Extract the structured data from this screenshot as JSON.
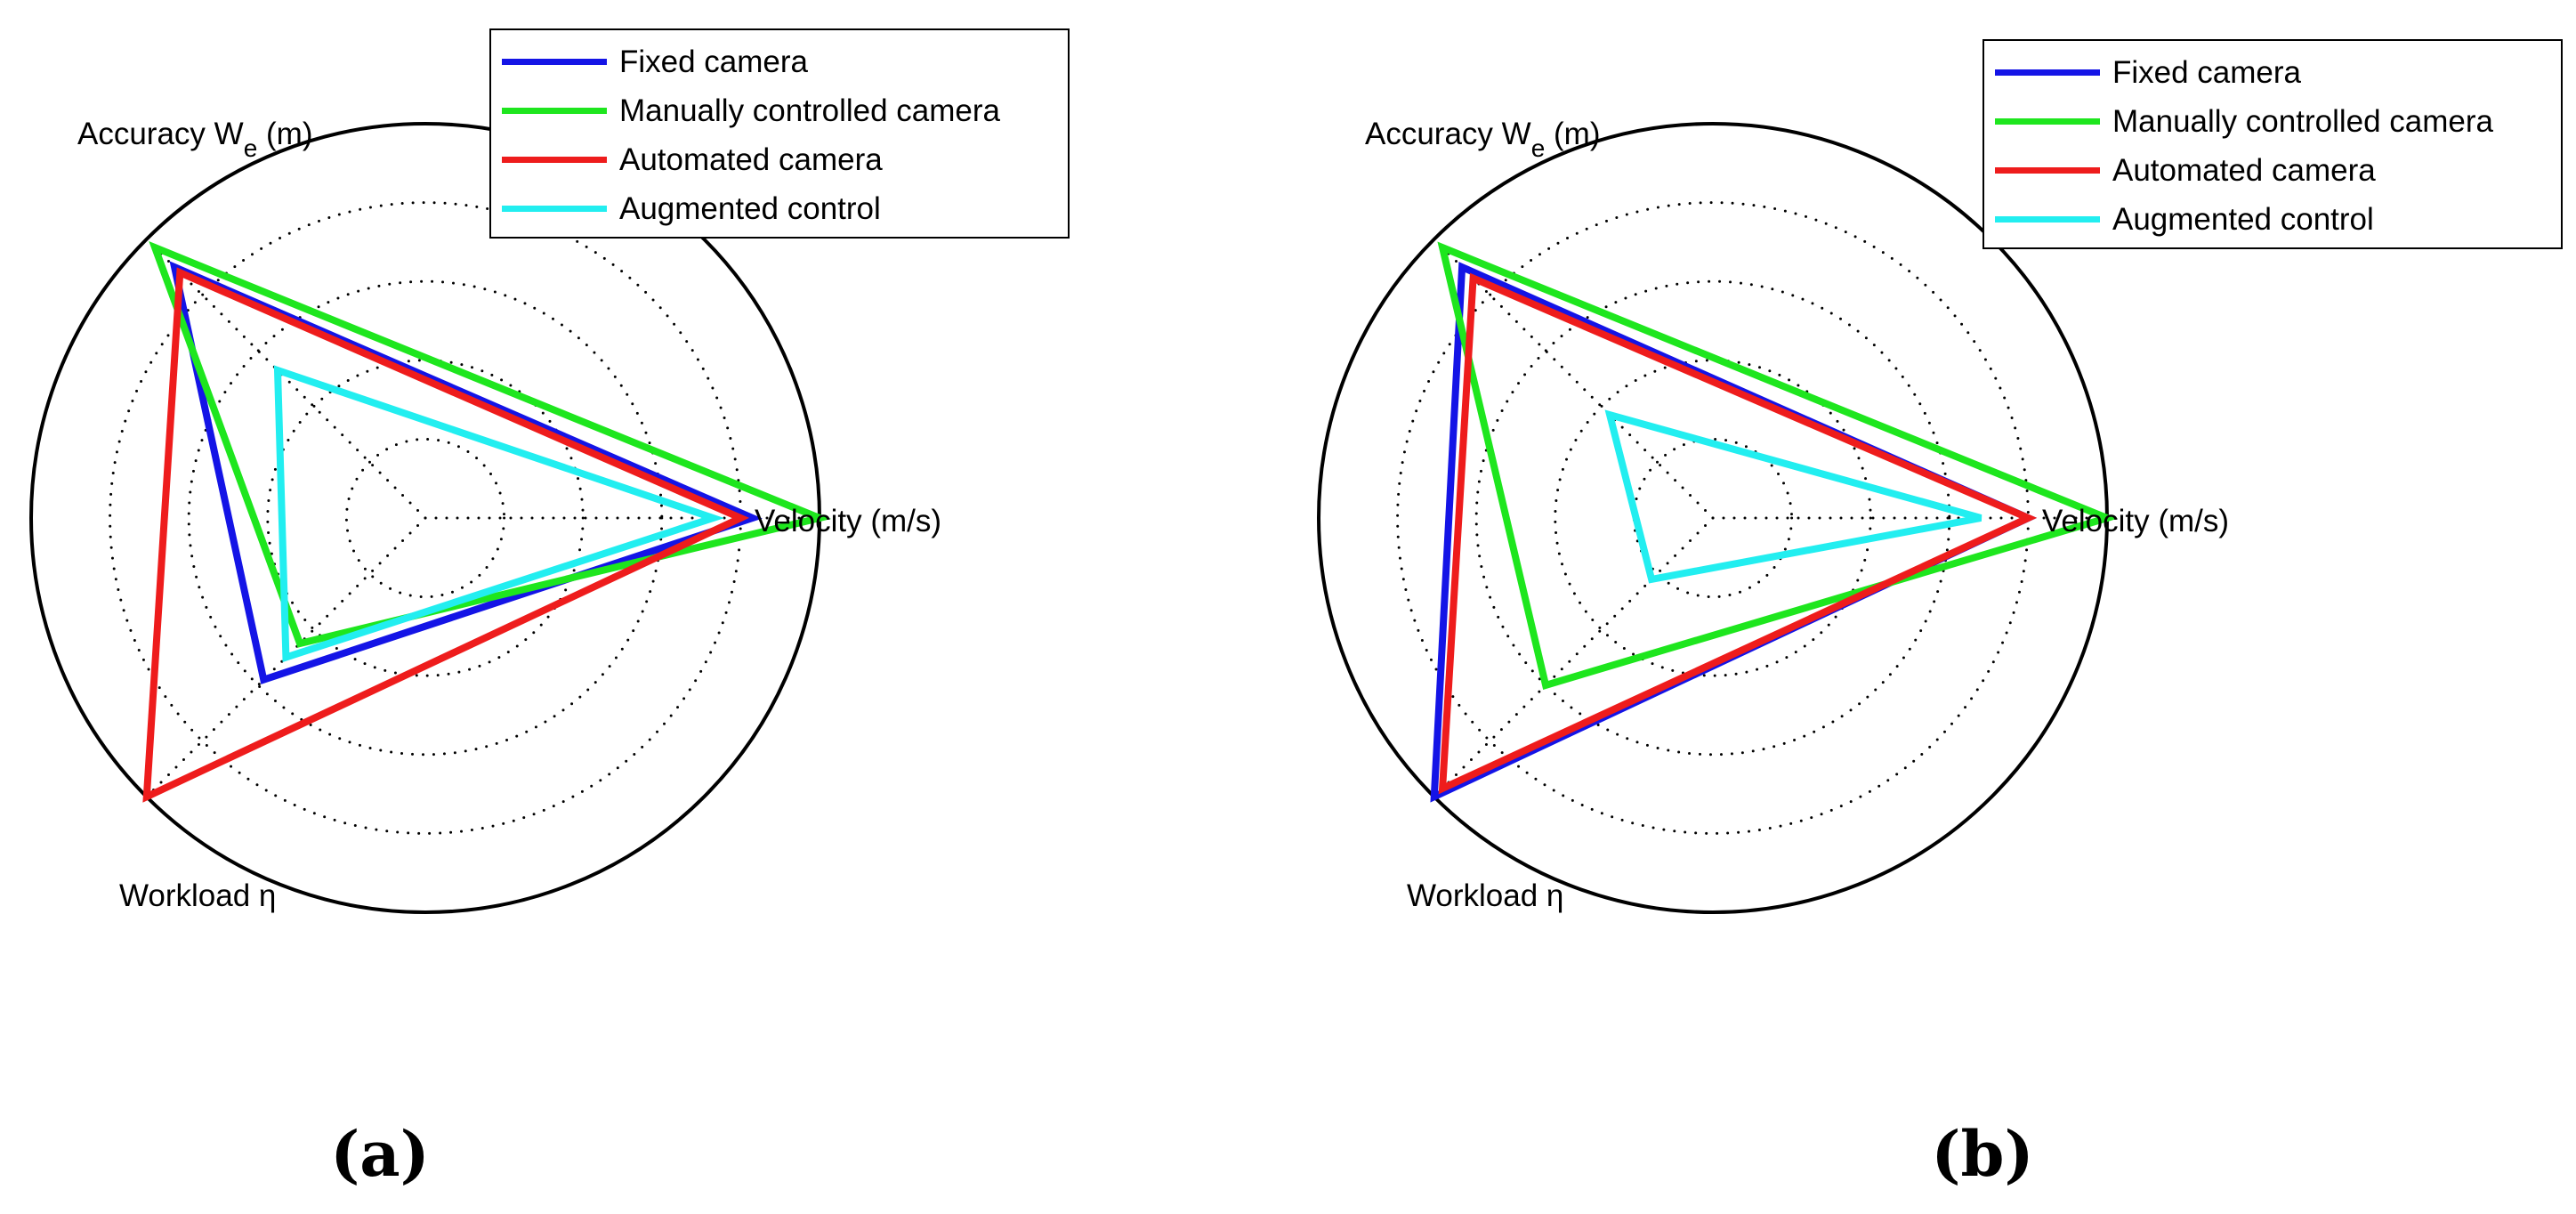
{
  "colors": {
    "fixed": "#1414e6",
    "manual": "#1ee61e",
    "automated": "#ee1c1c",
    "augmented": "#22eef0",
    "ring": "#000000",
    "grid": "#000000"
  },
  "chart_data": [
    {
      "type": "radar",
      "panel_label": "(a)",
      "axes": [
        {
          "label_text": "Accuracy W",
          "label_sub": "e",
          "label_unit": " (m)"
        },
        {
          "label_text": "Velocity (m/s)",
          "label_sub": "",
          "label_unit": ""
        },
        {
          "label_text": "Workload η",
          "label_sub": "",
          "label_unit": ""
        }
      ],
      "rlim": [
        0,
        1
      ],
      "grid_rings": [
        0.2,
        0.4,
        0.6,
        0.8
      ],
      "grid_style": "dotted",
      "legend_position": "top-right",
      "series": [
        {
          "name": "Fixed camera",
          "color_key": "fixed",
          "values": [
            0.9,
            0.83,
            0.58
          ]
        },
        {
          "name": "Manually controlled camera",
          "color_key": "manual",
          "values": [
            0.97,
            1.0,
            0.45
          ]
        },
        {
          "name": "Automated camera",
          "color_key": "automated",
          "values": [
            0.88,
            0.8,
            1.0
          ]
        },
        {
          "name": "Augmented control",
          "color_key": "augmented",
          "values": [
            0.53,
            0.73,
            0.5
          ]
        }
      ]
    },
    {
      "type": "radar",
      "panel_label": "(b)",
      "axes": [
        {
          "label_text": "Accuracy W",
          "label_sub": "e",
          "label_unit": " (m)"
        },
        {
          "label_text": "Velocity (m/s)",
          "label_sub": "",
          "label_unit": ""
        },
        {
          "label_text": "Workload η",
          "label_sub": "",
          "label_unit": ""
        }
      ],
      "rlim": [
        0,
        1
      ],
      "grid_rings": [
        0.2,
        0.4,
        0.6,
        0.8
      ],
      "grid_style": "dotted",
      "legend_position": "top-right",
      "series": [
        {
          "name": "Fixed camera",
          "color_key": "fixed",
          "values": [
            0.9,
            0.8,
            1.0
          ]
        },
        {
          "name": "Manually controlled camera",
          "color_key": "manual",
          "values": [
            0.97,
            1.0,
            0.6
          ]
        },
        {
          "name": "Automated camera",
          "color_key": "automated",
          "values": [
            0.86,
            0.8,
            0.97
          ]
        },
        {
          "name": "Augmented control",
          "color_key": "augmented",
          "values": [
            0.37,
            0.68,
            0.22
          ]
        }
      ]
    }
  ]
}
